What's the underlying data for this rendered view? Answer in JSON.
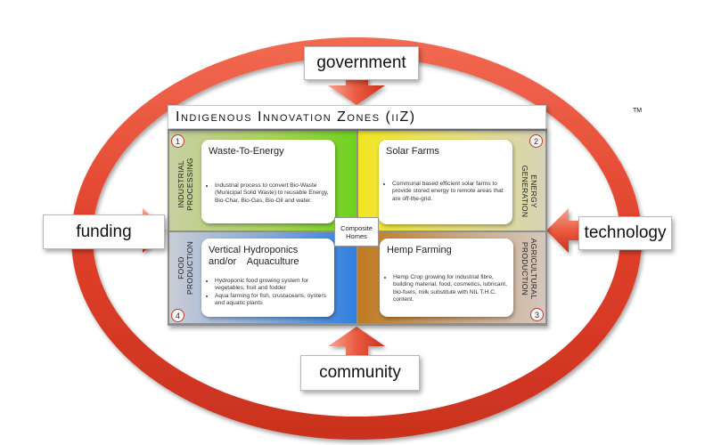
{
  "title": {
    "text": "Indigenous Innovation Zones  (iiZ)",
    "trademark": "TM"
  },
  "inputs": {
    "top": "government",
    "left": "funding",
    "right": "technology",
    "bottom": "community"
  },
  "quadrants": [
    {
      "number": "1",
      "side_label_lines": [
        "INDUSTRIAL",
        "PROCESSING"
      ],
      "card_title": "Waste-To-Energy",
      "bullets": [
        "Industrial process to convert Bio-Waste (Municipal Solid Waste) to reusable Energy, Bio-Char, Bio-Gas, Bio-Oil and water."
      ],
      "color": "#7ed321"
    },
    {
      "number": "2",
      "side_label_lines": [
        "ENERGY",
        "GENERATION"
      ],
      "card_title": "Solar Farms",
      "bullets": [
        "Communal based efficient solar farms to provide stored energy to remote areas that are off-the-grid."
      ],
      "color": "#f4e52a"
    },
    {
      "number": "3",
      "side_label_lines": [
        "AGRICULTURAL",
        "PRODUCTION"
      ],
      "card_title": "Hemp Farming",
      "bullets": [
        "Hemp Crop growing for industrial fibre, building material, food, cosmetics, lubricant, bio-fuels, milk substitute with NIL T.H.C. content."
      ],
      "color": "#c97d26"
    },
    {
      "number": "4",
      "side_label_lines": [
        "FOOD",
        "PRODUCTION"
      ],
      "card_title_lines": [
        "Vertical Hydroponics",
        "and/or    Aquaculture"
      ],
      "bullets": [
        "Hydroponic food growing system for vegetables, fruit and fodder",
        "Aqua farming for fish, crustaceans, oysters and aquatic plants"
      ],
      "color": "#2f7fe0"
    }
  ],
  "center": {
    "lines": [
      "Composite",
      "Homes"
    ]
  },
  "colors": {
    "ring": "#e0402a",
    "ring_light": "#f7a593",
    "frame": "#8a8a8a"
  }
}
